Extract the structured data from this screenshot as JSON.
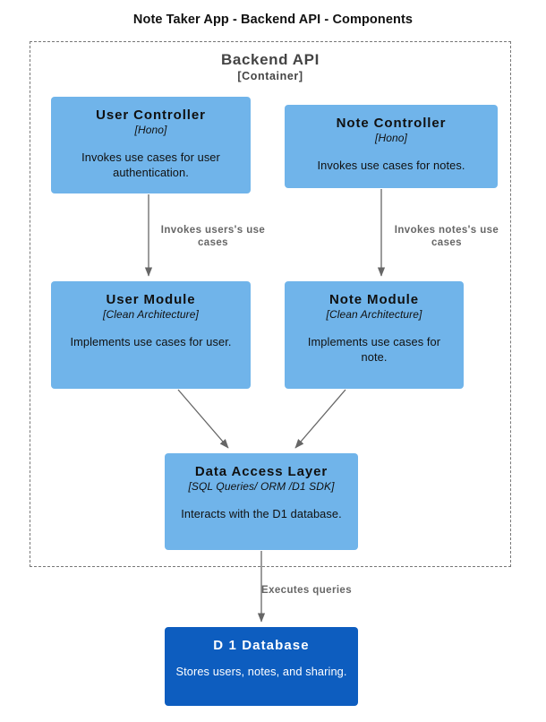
{
  "diagram": {
    "title": "Note Taker App - Backend API - Components",
    "type": "c4-component-diagram"
  },
  "container": {
    "name": "Backend API",
    "type_label": "[Container]",
    "border_style": "dashed",
    "border_color": "#777777"
  },
  "colors": {
    "component_fill": "#70b4ea",
    "component_text": "#101010",
    "database_fill": "#0d5dbf",
    "database_text": "#ffffff",
    "edge": "#666666",
    "edge_label_text": "#666666",
    "title_text": "#111111",
    "container_text": "#444444",
    "background": "#ffffff"
  },
  "nodes": [
    {
      "id": "user-controller",
      "title": "User Controller",
      "tech": "[Hono]",
      "description": "Invokes use cases for user authentication.",
      "style": "component"
    },
    {
      "id": "note-controller",
      "title": "Note Controller",
      "tech": "[Hono]",
      "description": "Invokes use cases for notes.",
      "style": "component"
    },
    {
      "id": "user-module",
      "title": "User Module",
      "tech": "[Clean Architecture]",
      "description": "Implements use cases for user.",
      "style": "component"
    },
    {
      "id": "note-module",
      "title": "Note Module",
      "tech": "[Clean Architecture]",
      "description": "Implements use cases for note.",
      "style": "component"
    },
    {
      "id": "data-access-layer",
      "title": "Data Access Layer",
      "tech": "[SQL Queries/ ORM /D1 SDK]",
      "description": "Interacts with the D1 database.",
      "style": "component"
    },
    {
      "id": "d1-database",
      "title": "D 1 Database",
      "tech": "",
      "description": "Stores users, notes, and sharing.",
      "style": "database"
    }
  ],
  "edges": [
    {
      "id": "user-controller-to-user-module",
      "from": "user-controller",
      "to": "user-module",
      "label": "Invokes users's use\ncases"
    },
    {
      "id": "note-controller-to-note-module",
      "from": "note-controller",
      "to": "note-module",
      "label": "Invokes notes's use\ncases"
    },
    {
      "id": "user-module-to-data-access",
      "from": "user-module",
      "to": "data-access-layer",
      "label": ""
    },
    {
      "id": "note-module-to-data-access",
      "from": "note-module",
      "to": "data-access-layer",
      "label": ""
    },
    {
      "id": "data-access-to-d1-database",
      "from": "data-access-layer",
      "to": "d1-database",
      "label": "Executes queries"
    }
  ]
}
